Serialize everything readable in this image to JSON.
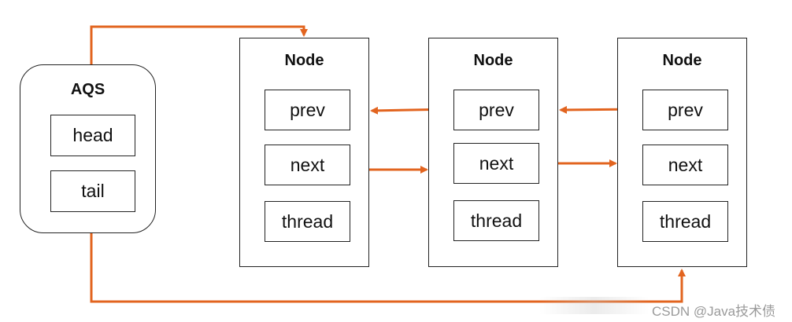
{
  "aqs": {
    "title": "AQS",
    "fields": [
      "head",
      "tail"
    ]
  },
  "nodes": [
    {
      "title": "Node",
      "fields": [
        "prev",
        "next",
        "thread"
      ]
    },
    {
      "title": "Node",
      "fields": [
        "prev",
        "next",
        "thread"
      ]
    },
    {
      "title": "Node",
      "fields": [
        "prev",
        "next",
        "thread"
      ]
    }
  ],
  "colors": {
    "arrow": "#e2641f",
    "border": "#222222"
  },
  "watermark": "CSDN @Java技术债"
}
